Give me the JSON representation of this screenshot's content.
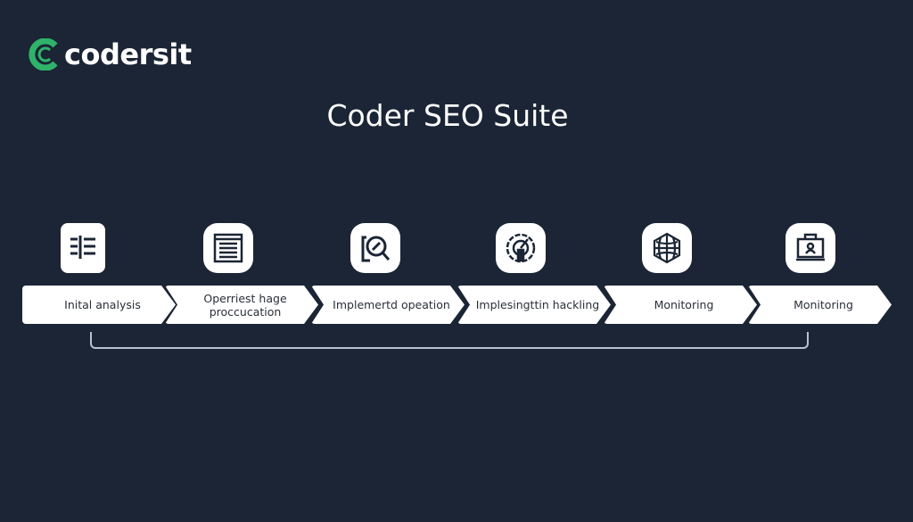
{
  "brand": {
    "name": "codersit",
    "accent": "#2fb36b"
  },
  "title": "Coder SEO Suite",
  "steps": [
    {
      "label": "Inital analysis",
      "icon": "document-list-icon"
    },
    {
      "label": "Operriest hage proccucation",
      "icon": "browser-page-icon"
    },
    {
      "label": "Implemertd opeation",
      "icon": "magnifier-icon"
    },
    {
      "label": "Implesingttin hackling",
      "icon": "gauge-icon"
    },
    {
      "label": "Monitoring",
      "icon": "globe-icon"
    },
    {
      "label": "Monitoring",
      "icon": "monitor-user-icon"
    }
  ]
}
